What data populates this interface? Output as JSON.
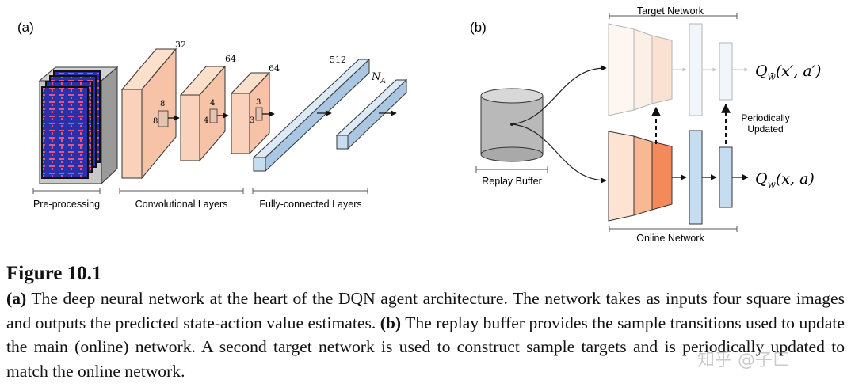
{
  "panel_a": {
    "label": "(a)",
    "stage_labels": [
      "Pre-processing",
      "Convolutional Layers",
      "Fully-connected Layers"
    ],
    "conv_depths": [
      "32",
      "64",
      "64"
    ],
    "kernel_sizes": [
      "8",
      "4",
      "3"
    ],
    "fc_sizes": [
      "512",
      "N_A"
    ],
    "fc_sub": "A"
  },
  "panel_b": {
    "label": "(b)",
    "target_network_label": "Target Network",
    "online_network_label": "Online Network",
    "replay_buffer_label": "Replay Buffer",
    "update_label": [
      "Periodically",
      "Updated"
    ],
    "target_output": "Q_w̄(x′, a′)",
    "online_output": "Q_w(x, a)",
    "colors": {
      "online_light": "#fde3d1",
      "online_mid": "#f9b894",
      "online_dark": "#f4895a",
      "fc_blue": "#c6dcf0",
      "cylinder": "#b9b9b9"
    }
  },
  "caption": {
    "title": "Figure 10.1",
    "a_tag": "(a)",
    "a_text": "The deep neural network at the heart of the DQN agent architecture. The network takes as inputs four square images and outputs the predicted state-action value estimates.",
    "b_tag": "(b)",
    "b_text": "The replay buffer provides the sample transitions used to update the main (online) network. A second target network is used to construct sample targets and is periodically updated to match the online network.",
    "watermark": "知乎 @子匚"
  }
}
